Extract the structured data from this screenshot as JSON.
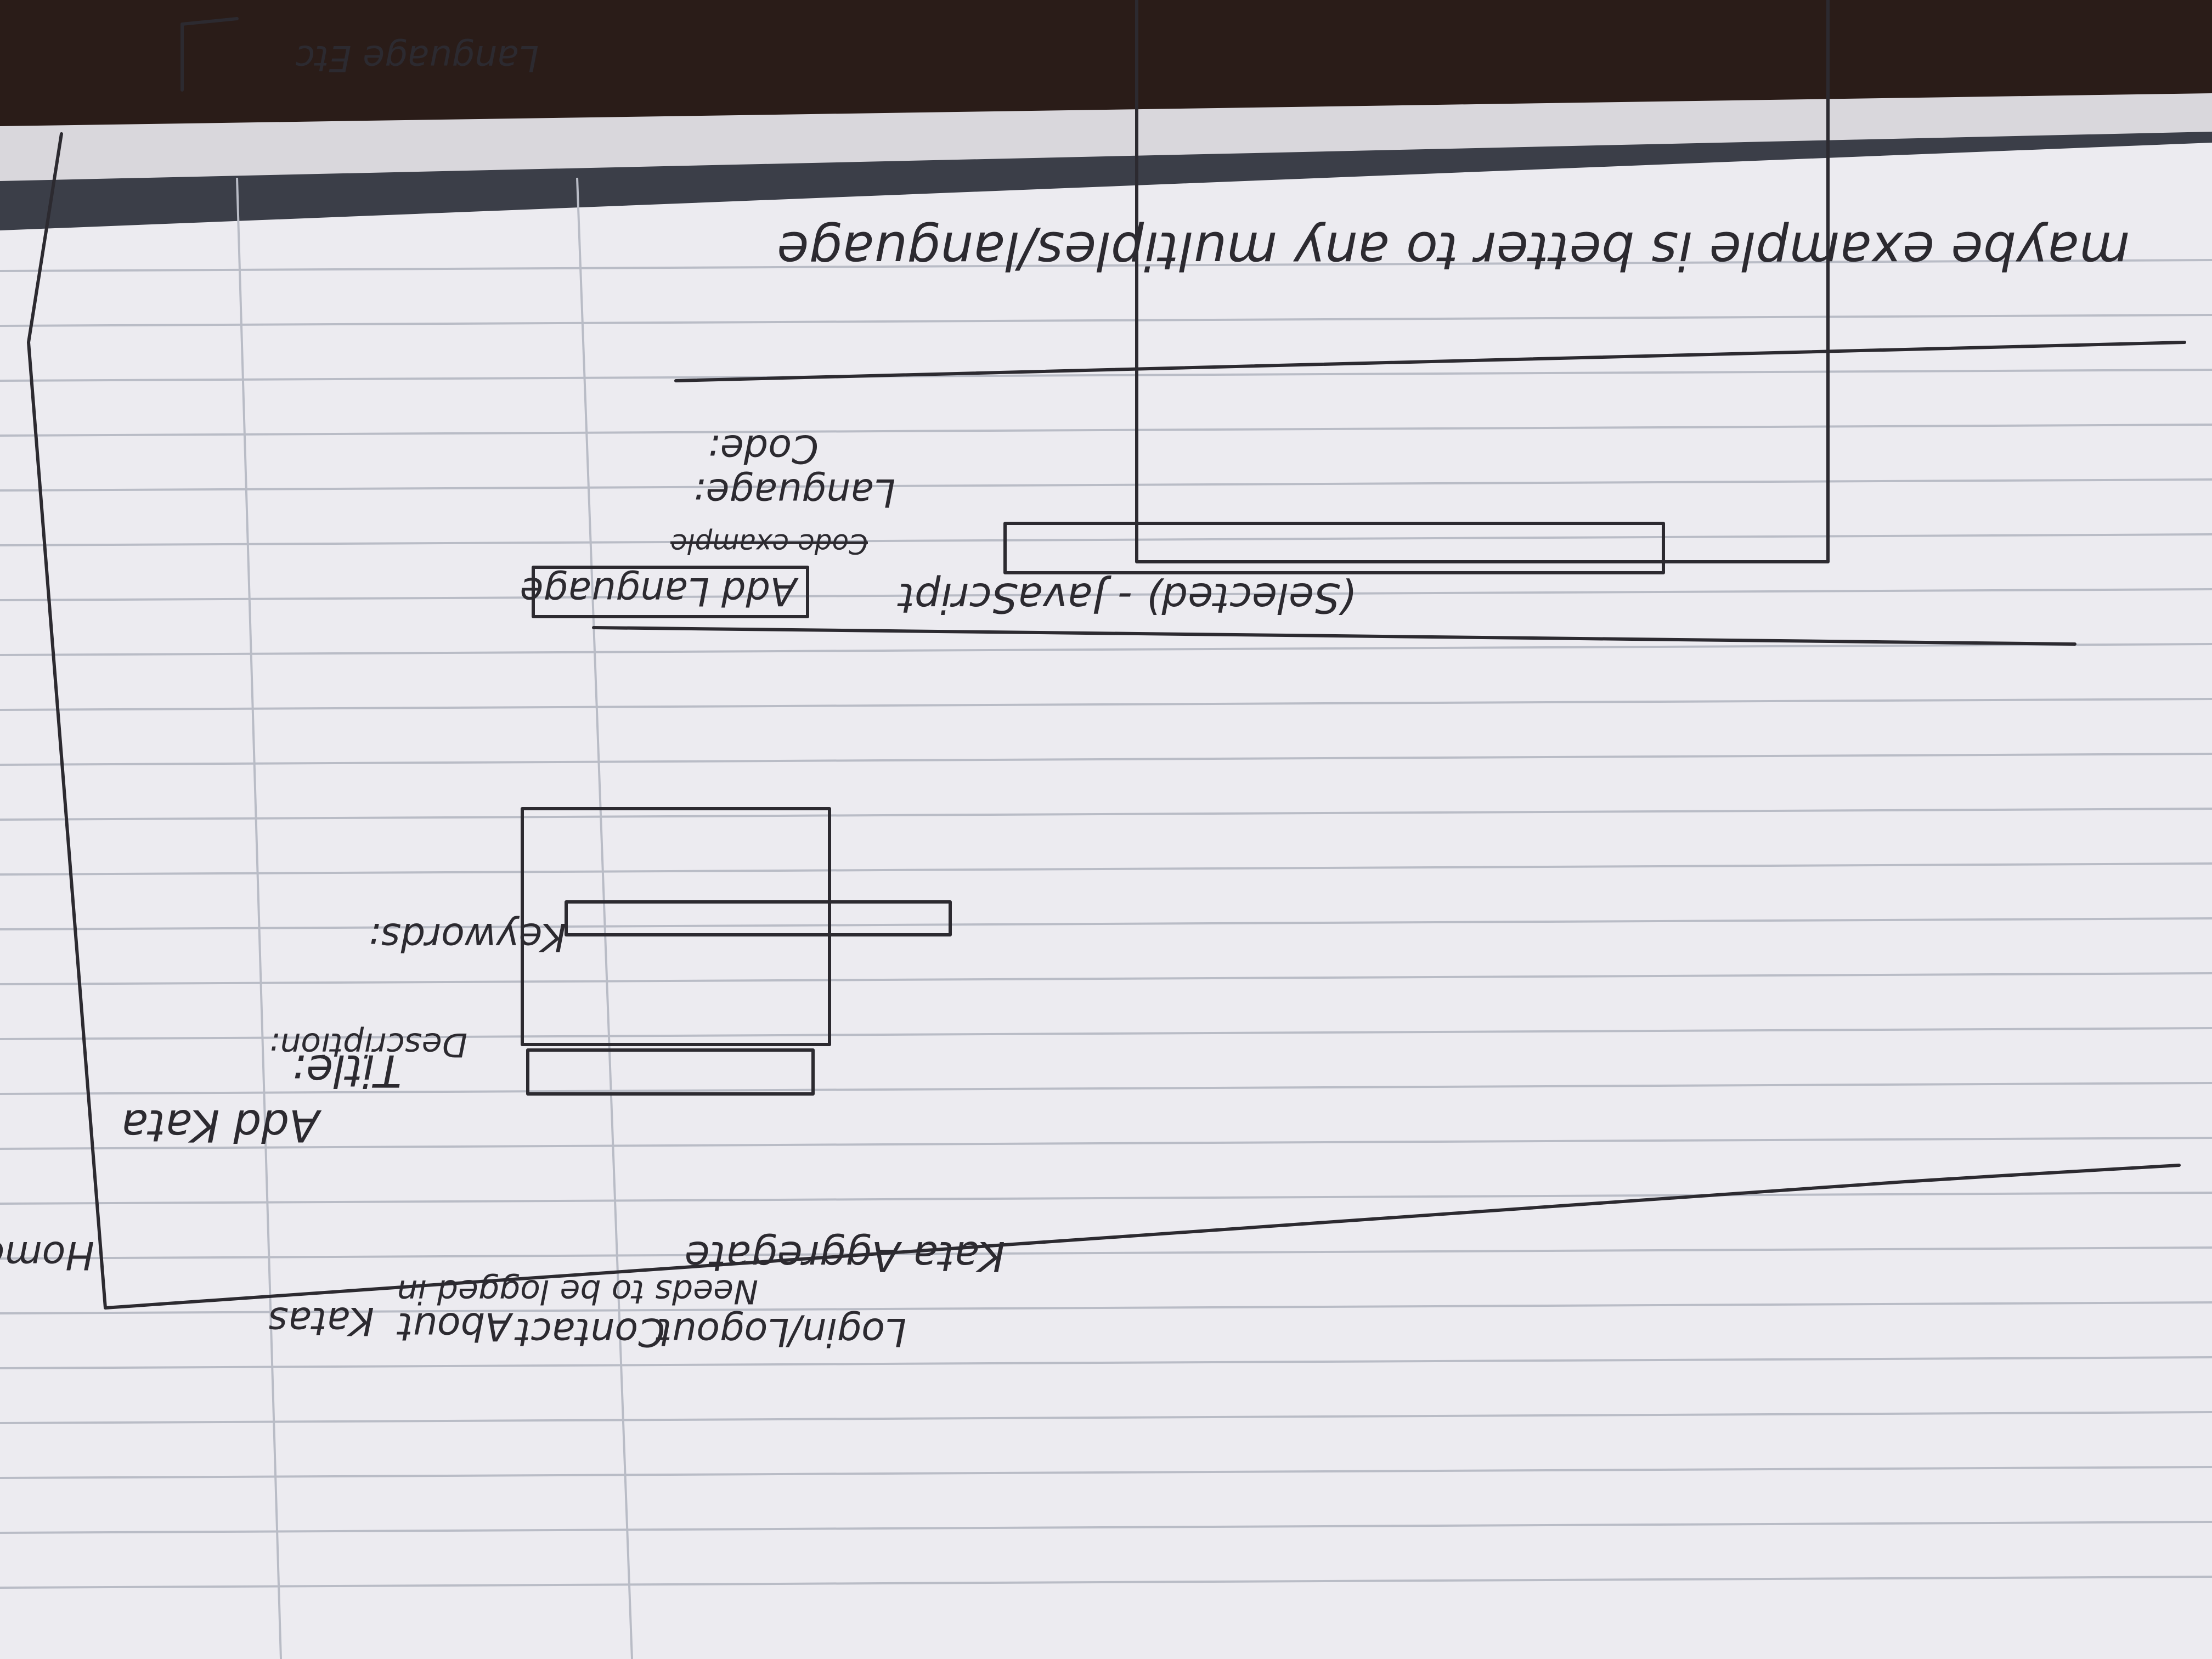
{
  "sketch": {
    "nav": {
      "brand": "Kata Aggregate",
      "links": [
        "Home",
        "Katas",
        "About",
        "Contact",
        "Login/Logout"
      ],
      "note": "Needs to be logged in",
      "footer": "Language   Etc"
    },
    "form": {
      "heading": "Add Kata",
      "title_label": "Title:",
      "description_label": "Description:",
      "keywords_label": "Keywords:",
      "add_language_button": "Add Language",
      "selected_language": "(Selected) - JavaScript",
      "struck_text": "Code example",
      "language_label": "Language:",
      "code_label": "Code:"
    },
    "note": "maybe example is better to any multiples/language"
  },
  "colors": {
    "paper": "#ecebf0",
    "ink": "#2c2a30",
    "rule": "#b9bcc6",
    "background": "#2a1c18"
  }
}
